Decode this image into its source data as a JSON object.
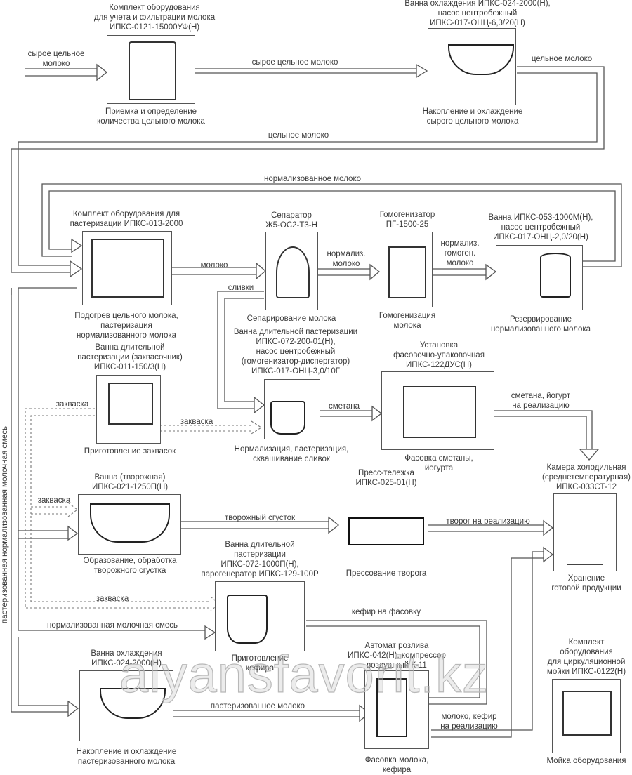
{
  "nodes": {
    "receiving": {
      "equipment": "Комплект оборудования\nдля учета и фильтрации молока\nИПКС-0121-15000УФ(Н)",
      "process": "Приемка и определение\nколичества цельного молока",
      "icon": "filter-unit-icon"
    },
    "raw_cooling": {
      "equipment": "Ванна охлаждения ИПКС-024-2000(Н),\nнасос центробежный\nИПКС-017-ОНЦ-6,3/20(Н)",
      "process": "Накопление и охлаждение\nсырого цельного молока",
      "icon": "cooling-tank-icon"
    },
    "pasteurizer": {
      "equipment": "Комплект оборудования для\nпастеризации ИПКС-013-2000",
      "process": "Подогрев  цельного молока,\nпастеризация\nнормализованного молока",
      "icon": "pasteurizer-icon"
    },
    "separator": {
      "equipment": "Сепаратор\nЖ5-ОС2-Т3-Н",
      "process": "Сепарирование молока",
      "icon": "separator-icon"
    },
    "homogenizer": {
      "equipment": "Гомогенизатор\nПГ-1500-25",
      "process": "Гомогенизация\nмолока",
      "icon": "homogenizer-icon"
    },
    "reserve_tank": {
      "equipment": "Ванна ИПКС-053-1000М(Н),\nнасос центробежный\nИПКС-017-ОНЦ-2,0/20(Н)",
      "process": "Резервирование\nнормализованного молока",
      "icon": "storage-tank-icon"
    },
    "starter": {
      "equipment": "Ванна длительной\nпастеризации (заквасочник)\nИПКС-011-150/3(Н)",
      "process": "Приготовление заквасок",
      "icon": "starter-vat-icon"
    },
    "cream_vat": {
      "equipment": "Ванна длительной пастеризации\nИПКС-072-200-01(Н),\nнасос центробежный\n(гомогенизатор-диспергатор)\nИПКС-017-ОНЦ-3,0/10Г",
      "process": "Нормализация, пастеризация,\nсквашивание сливок",
      "icon": "pasteurization-vat-icon"
    },
    "sour_cream_packing": {
      "equipment": "Установка\nфасовочно-упаковочная\nИПКС-122ДУС(Н)",
      "process": "Фасовка  сметаны,\nйогурта",
      "icon": "packing-machine-icon"
    },
    "curd_vat": {
      "equipment": "Ванна (творожная)\nИПКС-021-1250П(Н)",
      "process": "Образование, обработка\nтворожного сгустка",
      "icon": "curd-vat-icon"
    },
    "press": {
      "equipment": "Пресс-тележка\nИПКС-025-01(Н)",
      "process": "Прессование  творога",
      "icon": "press-cart-icon"
    },
    "cold_room": {
      "equipment": "Камера холодильная\n(среднетемпературная)\nИПКС-033СТ-12",
      "process": "Хранение\nготовой продукции",
      "icon": "cold-room-icon"
    },
    "kefir_vat": {
      "equipment": "Ванна длительной\nпастеризации\nИПКС-072-1000П(Н),\nпарогенератор ИПКС-129-100Р",
      "process": "Приготовление\nкефира",
      "icon": "kefir-vat-icon"
    },
    "past_cooling": {
      "equipment": "Ванна охлаждения\nИПКС-024-2000(Н)",
      "process": "Накопление и охлаждение\nпастеризованного молока",
      "icon": "cooling-tank-icon"
    },
    "bottling": {
      "equipment": "Автомат розлива\nИПКС-042(Н), компрессор\nвоздушный К-11",
      "process": "Фасовка молока,\nкефира",
      "icon": "filling-machine-icon"
    },
    "cip": {
      "equipment": "Комплект\nоборудования\nдля циркуляционной\nмойки ИПКС-0122(Н)",
      "process": "Мойка оборудования",
      "icon": "cip-station-icon"
    }
  },
  "flows": {
    "raw_in": "сырое цельное\nмолоко",
    "raw_to_cooling": "сырое цельное молоко",
    "whole_out": "цельное молоко",
    "whole_return": "цельное молоко",
    "normalized_return": "нормализованное молоко",
    "milk_to_separator": "молоко",
    "cream": "сливки",
    "norm_to_homog": "нормализ.\nмолоко",
    "homog_to_tank": "нормализ.\nгомоген.\nмолоко",
    "sour_cream": "сметана",
    "starter_to_cream": "закваска",
    "starter_up": "закваска",
    "starter_to_curd": "закваска",
    "starter_to_kefir": "закваска",
    "sour_cream_sale": "сметана, йогурт\nна реализацию",
    "curd_clot": "творожный сгусток",
    "curd_sale": "творог на реализацию",
    "kefir_to_packing": "кефир на фасовку",
    "norm_mix": "нормализованная молочная смесь",
    "pasteurized_milk": "пастеризованное молоко",
    "milk_kefir_sale": "молоко, кефир\nна реализацию",
    "vertical_left": "пастеризованная нормализованная   молочная   смесь"
  },
  "watermark": "alyansfavorit.kz",
  "colors": {
    "line": "#555555",
    "dotted": "#777777",
    "text": "#3a3a3a"
  }
}
